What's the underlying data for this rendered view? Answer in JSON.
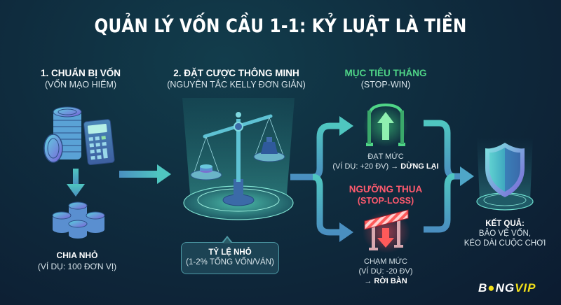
{
  "title": "QUẢN LÝ VỐN CẦU 1-1: KỶ LUẬT LÀ TIỀN",
  "step1": {
    "heading": "1. CHUẨN BỊ VỐN",
    "subheading": "(VỐN MẠO HIỂM)",
    "icon": "coins-calculator-icon",
    "split_label": "CHIA NHỎ",
    "split_example": "(VÍ DỤ: 100 ĐƠN VỊ)",
    "split_icon": "coin-stacks-icon"
  },
  "step2": {
    "heading": "2. ĐẶT CƯỢC THÔNG MINH",
    "subheading": "(NGUYÊN TẮC KELLY ĐƠN GIẢN)",
    "icon": "balance-scale-icon",
    "bubble_title": "TỶ LỆ NHỎ",
    "bubble_text": "(1-2% TỔNG VỐN/VÁN)"
  },
  "stop_win": {
    "heading": "MỤC TIÊU THẮNG",
    "subheading": "(STOP-WIN)",
    "icon": "arch-up-arrow-icon",
    "line1": "ĐẠT MỨC",
    "line2_prefix": "(VÍ DỤ: +20 ĐV) →",
    "line2_action": "DỪNG LẠI",
    "color": "#4fd587"
  },
  "stop_loss": {
    "heading": "NGƯỠNG THUA",
    "subheading": "(STOP-LOSS)",
    "icon": "barrier-down-arrow-icon",
    "line1": "CHẠM MỨC",
    "line2": "(VÍ DỤ: -20 ĐV)",
    "line3_prefix": "→",
    "line3_action": "RỜI BÀN",
    "color": "#ff5a6e"
  },
  "result": {
    "heading": "KẾT QUẢ:",
    "line1": "BẢO VỆ VỐN,",
    "line2": "KÉO DÀI CUỘC CHƠI",
    "icon": "shield-icon"
  },
  "logo": {
    "part1": "B",
    "part2": "NG",
    "part3": "VIP"
  },
  "colors": {
    "background": "#0f2c3e",
    "accent_teal": "#4fc6c0",
    "accent_blue": "#4a8fc0",
    "win_green": "#4fd587",
    "loss_red": "#ff5a6e",
    "logo_yellow": "#f2e019"
  }
}
